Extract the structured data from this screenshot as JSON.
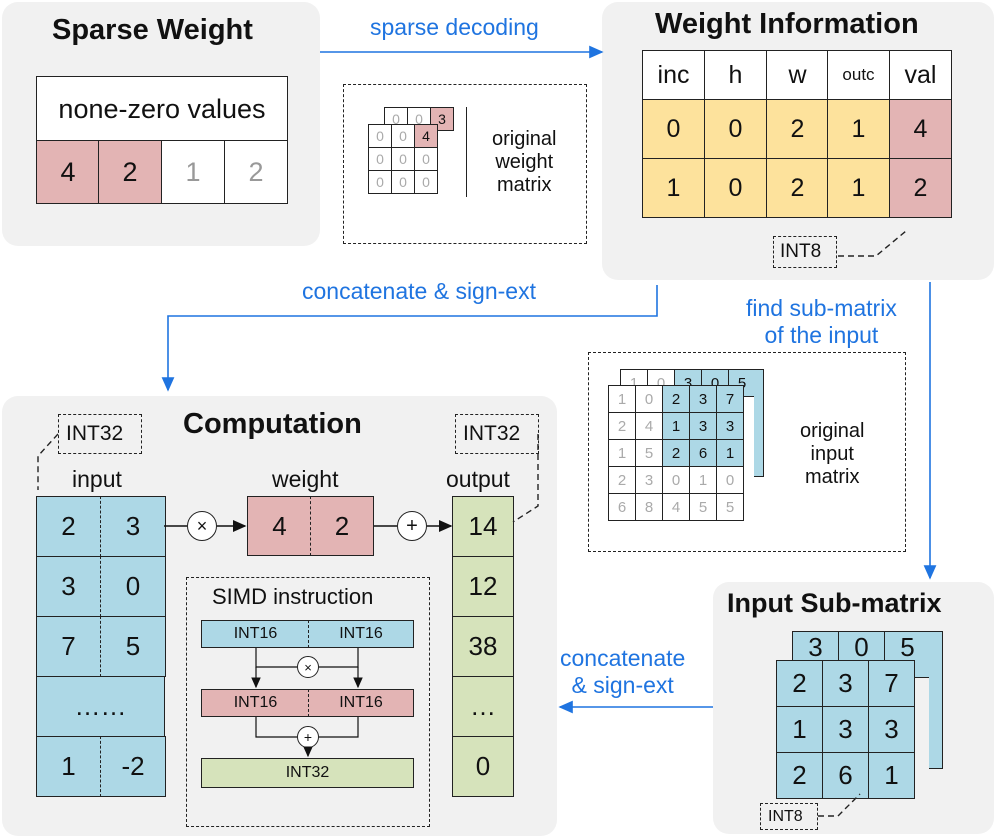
{
  "sparse_weight": {
    "title": "Sparse Weight",
    "header": "none-zero values",
    "values": [
      "4",
      "2",
      "1",
      "2"
    ]
  },
  "original_weight": {
    "label_line1": "original",
    "label_line2": "weight",
    "label_line3": "matrix",
    "back_values": [
      "0",
      "0",
      "3"
    ],
    "front_values": [
      "0",
      "0",
      "4",
      "0",
      "0",
      "0",
      "0",
      "0",
      "0"
    ]
  },
  "arrows": {
    "sparse_decoding": "sparse decoding",
    "concat1": "concatenate & sign-ext",
    "find_line1": "find sub-matrix",
    "find_line2": "of the input",
    "concat2_line1": "concatenate",
    "concat2_line2": "& sign-ext"
  },
  "weight_info": {
    "title": "Weight Information",
    "headers": [
      "inc",
      "h",
      "w",
      "outc",
      "val"
    ],
    "rows": [
      [
        "0",
        "0",
        "2",
        "1",
        "4"
      ],
      [
        "1",
        "0",
        "2",
        "1",
        "2"
      ]
    ],
    "int_tag": "INT8"
  },
  "original_input": {
    "label_line1": "original",
    "label_line2": "input",
    "label_line3": "matrix",
    "back_row": [
      "1",
      "0",
      "3",
      "0",
      "5"
    ],
    "front_rows": [
      [
        "1",
        "0",
        "2",
        "3",
        "7"
      ],
      [
        "2",
        "4",
        "1",
        "3",
        "3"
      ],
      [
        "1",
        "5",
        "2",
        "6",
        "1"
      ],
      [
        "2",
        "3",
        "0",
        "1",
        "0"
      ],
      [
        "6",
        "8",
        "4",
        "5",
        "5"
      ]
    ]
  },
  "input_sub": {
    "title": "Input Sub-matrix",
    "back_row": [
      "3",
      "0",
      "5"
    ],
    "front_rows": [
      [
        "2",
        "3",
        "7"
      ],
      [
        "1",
        "3",
        "3"
      ],
      [
        "2",
        "6",
        "1"
      ]
    ],
    "int_tag": "INT8"
  },
  "computation": {
    "title": "Computation",
    "input_tag": "INT32",
    "output_tag": "INT32",
    "input_label": "input",
    "weight_label": "weight",
    "output_label": "output",
    "input_rows": [
      [
        "2",
        "3"
      ],
      [
        "3",
        "0"
      ],
      [
        "7",
        "5"
      ],
      [
        "1",
        "-2"
      ]
    ],
    "input_ellipsis": "……",
    "weight_values": [
      "4",
      "2"
    ],
    "output_values": [
      "14",
      "12",
      "38",
      "…",
      "0"
    ],
    "times_symbol": "×",
    "plus_symbol": "+",
    "simd": {
      "title": "SIMD instruction",
      "row1": [
        "INT16",
        "INT16"
      ],
      "row2": [
        "INT16",
        "INT16"
      ],
      "row3": "INT32"
    }
  },
  "colors": {
    "blue_cell": "#add8e6",
    "red_cell": "#e3b4b4",
    "yellow_cell": "#fde29c",
    "green_cell": "#d6e3bb",
    "arrow_blue": "#1f74e0",
    "panel_gray": "#f1f1f1"
  }
}
